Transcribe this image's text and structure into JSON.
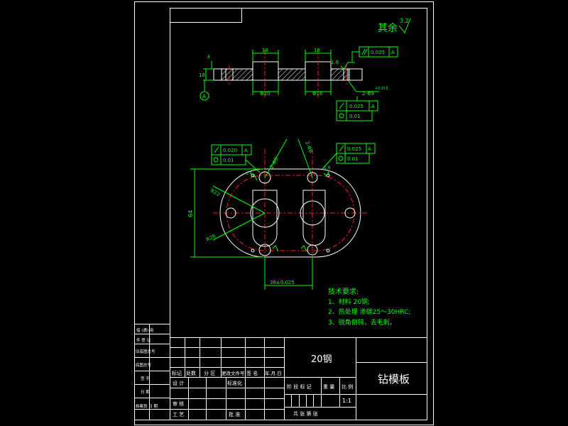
{
  "surface_finish": {
    "label": "其余",
    "value": "3.2"
  },
  "section_view": {
    "dim_left_top": "18",
    "dim_right_top": "18",
    "dim_height": "18",
    "dim_small_height": "8",
    "dim_hole_left": "Φ20",
    "dim_hole_right": "Φ16",
    "roughness_mark": "1.6",
    "parallel_tol": "0.025",
    "datum": "A",
    "dim_hole_callout": "2-Φ9",
    "dim_hole_callout_tol": "+0.015",
    "perp_tol": "0.025",
    "pos_tol": "0.01"
  },
  "plan_view": {
    "tol_left_1": "0.020",
    "tol_left_2": "0.01",
    "tol_right_1": "0.025",
    "tol_right_2": "0.01",
    "tol_datum": "A",
    "dim_width": "64",
    "dim_r1": "R22",
    "dim_r2": "R26",
    "dim_center": "36±0.025",
    "hole_note_left": "2-Φ8",
    "hole_note_right": "2-Φ8",
    "small_mark_1": "1.6",
    "small_mark_2": "1.6"
  },
  "tech_requirements": {
    "title": "技术要求:",
    "items": [
      "1、材料 20钢;",
      "2、热处理  渗碳25～30HRC;",
      "3、锐角倒钝，去毛刺。"
    ]
  },
  "title_block": {
    "material": "20钢",
    "part_name": "钻模板",
    "scale": "1:1",
    "col_headers": [
      "标记",
      "处数",
      "分 区",
      "更改文件号",
      "签 名",
      "年.月.日"
    ],
    "row_design": "设 计",
    "row_standard": "标准化",
    "row_check": "审 核",
    "row_process": "工 艺",
    "row_approve": "批 准",
    "stage_mark": "阶 段 标 记",
    "weight": "重 量",
    "ratio": "比 例",
    "sheets": "共    张  第    张"
  },
  "side_strip": {
    "items": [
      "借 (通) 用",
      "件 登 记",
      "旧底图总号",
      "底图总号",
      "签 字",
      "日 期",
      "档案员 日 期"
    ]
  }
}
